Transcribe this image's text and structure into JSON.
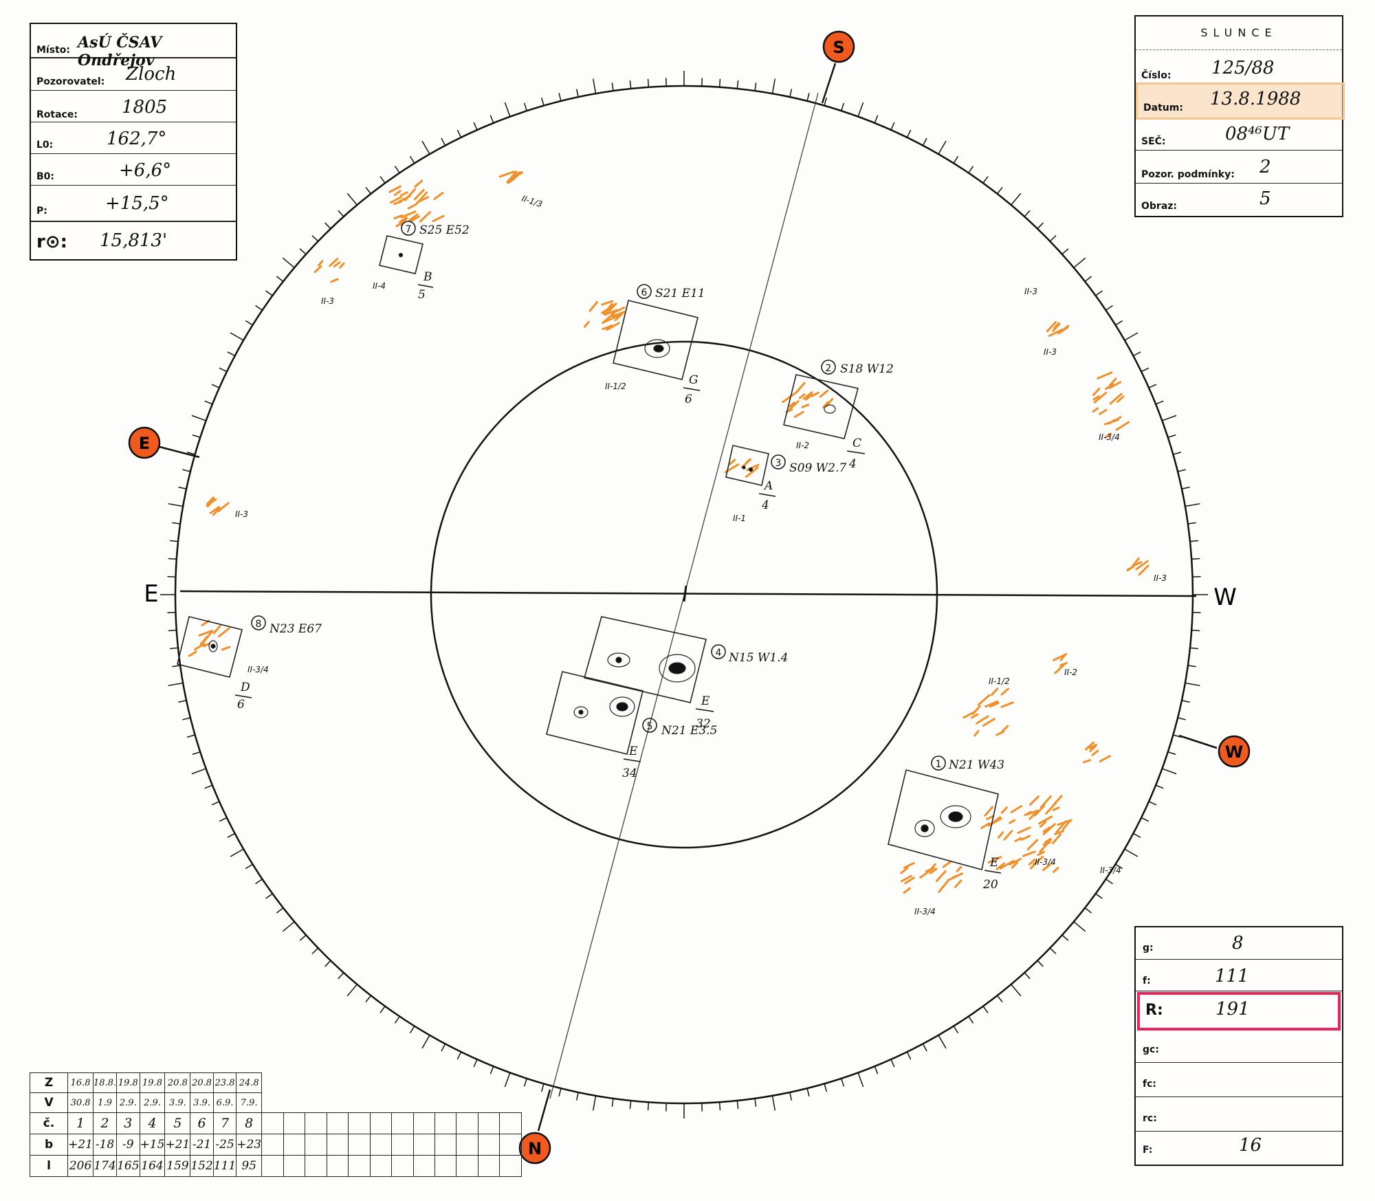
{
  "header_left": {
    "misto_label": "Místo:",
    "misto_value": "AsÚ ČSAV Ondřejov",
    "pozorovatel_label": "Pozorovatel:",
    "pozorovatel_value": "Zloch",
    "rotace_label": "Rotace:",
    "rotace_value": "1805",
    "l0_label": "L0:",
    "l0_value": "162,7°",
    "b0_label": "B0:",
    "b0_value": "+6,6°",
    "p_label": "P:",
    "p_value": "+15,5°",
    "r0_label": "r⊙:",
    "r0_value": "15,813'"
  },
  "header_right": {
    "title": "SLUNCE",
    "cislo_label": "Číslo:",
    "cislo_value": "125/88",
    "datum_label": "Datum:",
    "datum_value": "13.8.1988",
    "sec_label": "SEČ:",
    "sec_value": "08⁴⁶UT",
    "podminky_label": "Pozor. podmínky:",
    "podminky_value": "2",
    "obraz_label": "Obraz:",
    "obraz_value": "5"
  },
  "summary": {
    "g_label": "g:",
    "g_value": "8",
    "f_label": "f:",
    "f_value": "111",
    "r_label": "R:",
    "r_value": "191",
    "gc_label": "gc:",
    "fc_label": "fc:",
    "rc_label": "rc:",
    "F_label": "F:",
    "F_value": "16"
  },
  "compass": {
    "s_marker": "S",
    "e_marker": "E",
    "w_marker": "W",
    "n_marker": "N",
    "e_axis": "E",
    "w_axis": "W"
  },
  "groups": [
    {
      "num": "1",
      "label": "N21 W43",
      "cls": "E",
      "count": "20"
    },
    {
      "num": "2",
      "label": "S18 W12",
      "cls": "C",
      "count": "4"
    },
    {
      "num": "3",
      "label": "S09 W2.7",
      "cls": "A",
      "count": "4"
    },
    {
      "num": "4",
      "label": "N15 W1.4",
      "cls": "E",
      "count": "32"
    },
    {
      "num": "5",
      "label": "N21 E3.5",
      "cls": "E",
      "count": "34"
    },
    {
      "num": "6",
      "label": "S21 E11",
      "cls": "G",
      "count": "6"
    },
    {
      "num": "7",
      "label": "S25 E52",
      "cls": "B",
      "count": "5"
    },
    {
      "num": "8",
      "label": "N23 E67",
      "cls": "D",
      "count": "6"
    }
  ],
  "faculae_labels": [
    "II-1/3",
    "II-3",
    "II-4",
    "II-1/2",
    "II-2",
    "II-1",
    "II-3",
    "II-3",
    "II-3",
    "II-3/4",
    "II-3",
    "II-3/4",
    "II-2",
    "II-1/2",
    "II-3/4",
    "II-3/4",
    "II-3/4"
  ],
  "obs_table": {
    "z_label": "Z",
    "v_label": "V",
    "c_label": "č.",
    "b_label": "b",
    "l_label": "l",
    "z": [
      "16.8",
      "18.8.",
      "19.8",
      "19.8",
      "20.8",
      "20.8",
      "23.8",
      "24.8"
    ],
    "v": [
      "30.8",
      "1.9",
      "2.9.",
      "2.9.",
      "3.9.",
      "3.9.",
      "6.9.",
      "7.9."
    ],
    "c": [
      "1",
      "2",
      "3",
      "4",
      "5",
      "6",
      "7",
      "8"
    ],
    "b": [
      "+21",
      "-18",
      "-9",
      "+15",
      "+21",
      "-21",
      "-25",
      "+23"
    ],
    "l": [
      "206",
      "174",
      "165",
      "164",
      "159",
      "152",
      "111",
      "95"
    ]
  },
  "colors": {
    "marker": "#f05a1e",
    "facula": "#f0902a",
    "highlight_pink": "#e8245a",
    "highlight_orange": "#f4c590"
  }
}
